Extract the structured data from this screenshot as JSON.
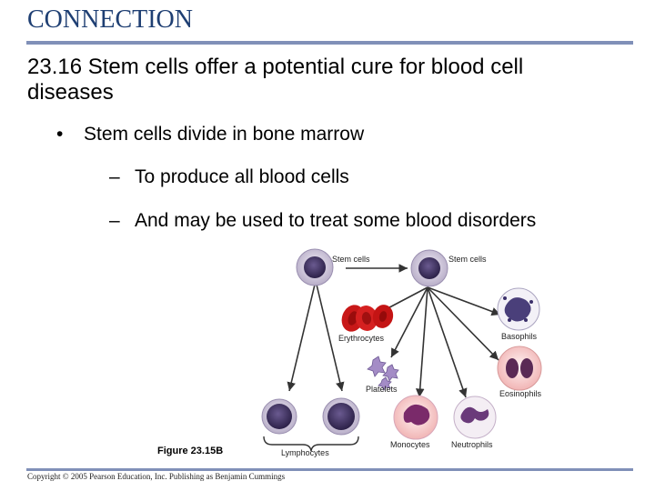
{
  "slide": {
    "section_title": "CONNECTION",
    "heading": "23.16 Stem cells offer a potential cure for blood cell diseases",
    "bullet": {
      "mark": "•",
      "text": "Stem cells divide in bone marrow"
    },
    "sub_bullets": [
      {
        "mark": "–",
        "text": "To produce all blood cells"
      },
      {
        "mark": "–",
        "text": "And may be used to treat some blood disorders"
      }
    ]
  },
  "figure": {
    "caption": "Figure 23.15B",
    "labels": {
      "stem_cells_left": "Stem cells",
      "stem_cells_right": "Stem cells",
      "erythrocytes": "Erythrocytes",
      "basophils": "Basophils",
      "platelets": "Platelets",
      "eosinophils": "Eosinophils",
      "monocytes": "Monocytes",
      "neutrophils": "Neutrophils",
      "lymphocytes": "Lymphocytes"
    }
  },
  "footer": {
    "copyright": "Copyright © 2005 Pearson Education, Inc. Publishing as Benjamin Cummings"
  }
}
